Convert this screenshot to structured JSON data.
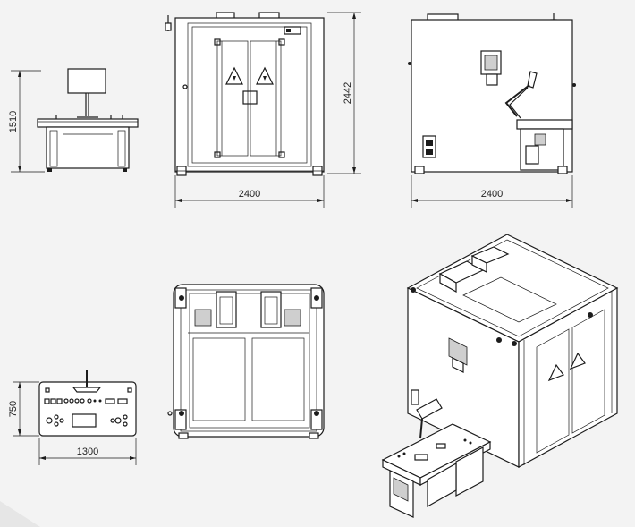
{
  "colors": {
    "background": "#f3f3f3",
    "line": "#1c1c1c",
    "panel": "#ffffff",
    "shade": "#cfcfcf"
  },
  "dimensions": {
    "console_side_height": "1510",
    "front_width": "2400",
    "front_height": "2442",
    "side_width": "2400",
    "console_top_depth": "750",
    "console_top_width": "1300"
  }
}
